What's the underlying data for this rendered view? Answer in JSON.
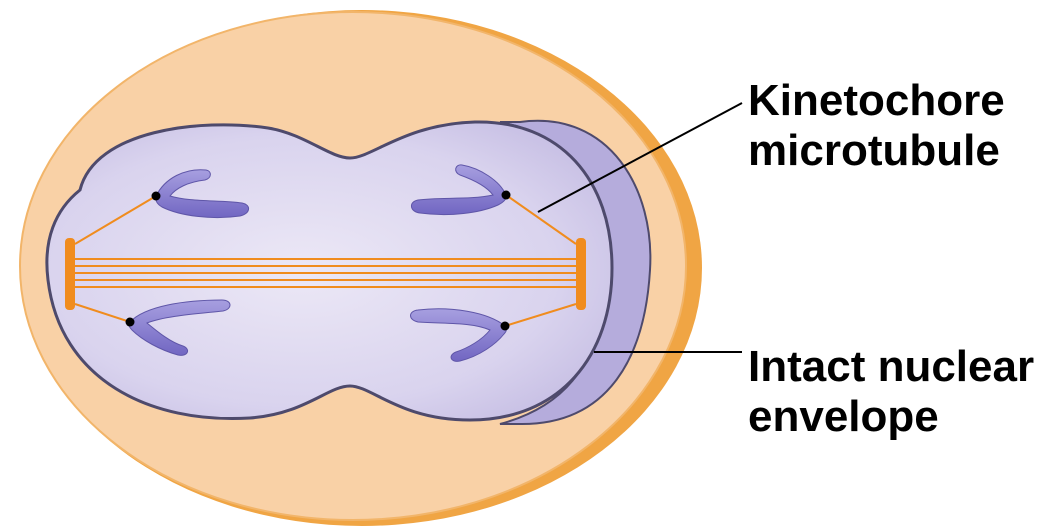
{
  "labels": {
    "kinetochore_microtubule": {
      "line1": "Kinetochore",
      "line2": "microtubule"
    },
    "intact_nuclear_envelope": {
      "line1": "Intact nuclear",
      "line2": "envelope"
    }
  },
  "colors": {
    "cell_fill": "#f9d1a6",
    "cell_rim": "#f0a544",
    "nucleus_fill": "#d7d2ec",
    "nucleus_edge": "#b9b1da",
    "chromosome": "#8a7fd0",
    "microtubule": "#f08c1e",
    "kinetochore_dot": "#000000",
    "leader_line": "#000000"
  }
}
